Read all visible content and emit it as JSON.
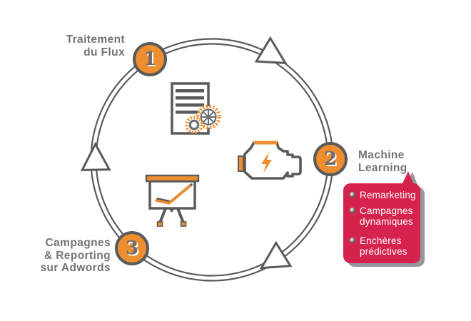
{
  "diagram": {
    "type": "circular-process",
    "direction": "clockwise",
    "steps": [
      {
        "number": "1",
        "label_lines": [
          "Traitement",
          "du Flux"
        ]
      },
      {
        "number": "2",
        "label_lines": [
          "Machine",
          "Learning"
        ]
      },
      {
        "number": "3",
        "label_lines": [
          "Campagnes",
          "& Reporting",
          "sur Adwords"
        ]
      }
    ],
    "callout": {
      "attached_to_step": "2",
      "items": [
        "Remarketing",
        "Campagnes dynamiques",
        "Enchères prédictives"
      ]
    },
    "icons": [
      "document-gears-icon",
      "engine-lightning-icon",
      "presentation-chart-icon"
    ],
    "colors": {
      "orange": "#EF8E2E",
      "ring_gray": "#595A5C",
      "label_gray": "#717376",
      "number_gray": "#6D6E71",
      "callout_red": "#D6234D",
      "shadow_gray": "#96979A",
      "background": "#FFFFFF"
    }
  }
}
